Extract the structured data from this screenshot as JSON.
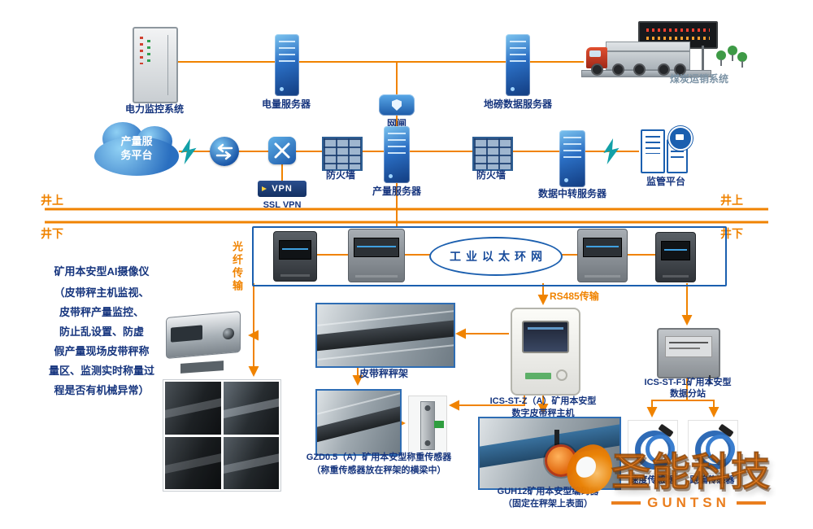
{
  "colors": {
    "accent_orange": "#F08300",
    "device_blue": "#1B5FAF",
    "label_navy": "#16357E",
    "teal": "#12A0A8",
    "watermark_orange": "#E97812"
  },
  "top": {
    "power_system_label": "电力监控系统",
    "power_server_label": "电量服务器",
    "gateway_label": "网闸",
    "weighbridge_server_label": "地磅数据服务器",
    "coal_sales_label": "煤炭运销系统"
  },
  "mid": {
    "cloud_line1": "产量服",
    "cloud_line2": "务平台",
    "firewall1_label": "防火墙",
    "production_server_label": "产量服务器",
    "firewall2_label": "防火墙",
    "relay_server_label": "数据中转服务器",
    "supervision_label": "监管平台",
    "vpn_text": "VPN",
    "ssl_vpn_label": "SSL VPN"
  },
  "divider": {
    "above": "井上",
    "below": "井下"
  },
  "underground": {
    "ring_label": "工业以太环网",
    "fiber_label": "光纤传输",
    "rs485_label": "RS485传输",
    "camera_title": "矿用本安型AI摄像仪",
    "camera_desc": [
      "（皮带秤主机监视、",
      "皮带秤产量监控、",
      "防止乱设置、防虚",
      "假产量现场皮带秤称",
      "量区、监测实时称量过",
      "程是否有机械异常）"
    ],
    "scale_frame_label": "皮带秤秤架",
    "host_label_line1": "ICS-ST-Z（A）矿用本安型",
    "host_label_line2": "数字皮带秤主机",
    "substation_label_line1": "ICS-ST-F1矿用本安型",
    "substation_label_line2": "数据分站",
    "loadcell_label_line1": "GZD0.5（A）矿用本安型称重传感器",
    "loadcell_label_line2": "（称重传感器放在秤架的横梁中）",
    "encoder_label_line1": "GUH12矿用本安型编码器",
    "encoder_label_line2": "（固定在秤架上表面）",
    "sensor1_label": "速度传感器",
    "sensor2_label": "跑偏传感器"
  },
  "watermark": {
    "brand_cn": "圣能科技",
    "brand_en": "GUNTSN"
  }
}
